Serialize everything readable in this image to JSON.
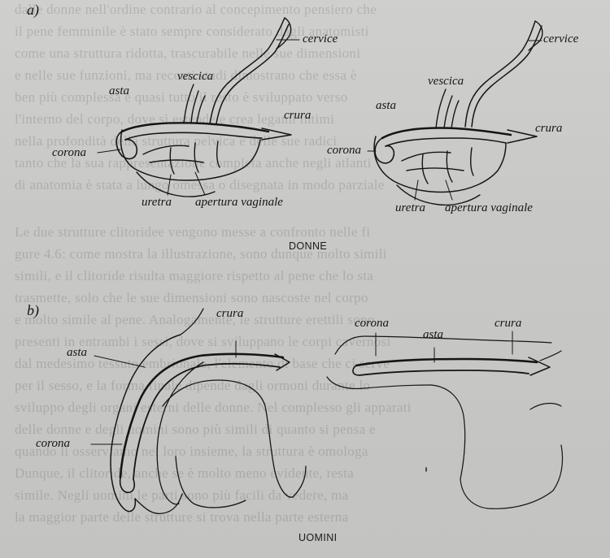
{
  "ghost_text": [
    "dalle donne nell'ordine contrario al concepimento pensiero che",
    "il pene femminile è stato sempre considerato dagli anatomisti",
    "come una struttura ridotta, trascurabile nelle sue dimensioni",
    "e nelle sue funzioni, ma recenti studi dimostrano che essa è",
    "ben più complessa e quasi tutto il resto è sviluppato verso",
    "l'interno del corpo, dove si estende e crea legami intimi",
    "nella profondità della struttura pelvica e delle sue radici",
    "tanto che la sua rappresentazione completa anche negli atlanti",
    "di anatomia è stata a lungo omessa o disegnata in modo parziale",
    "Le due strutture clitoridee vengono messe a confronto nelle fi",
    "gure 4.6: come mostra la illustrazione, sono dunque molto simili",
    "simili, e il clitoride risulta maggiore rispetto al pene che lo sta",
    "trasmette, solo che le sue dimensioni sono nascoste nel corpo",
    "e molto simile al pene. Analogamente, le strutture erettili sono",
    "presenti in entrambi i sessi, dove si sviluppano le corpi cavernosi",
    "dal medesimo tessuto embrionale, l'elemento di base che ci serve",
    "per il sesso, e la forma finale dipende dagli ormoni durante lo",
    "sviluppo degli organi esterni delle donne. Nel complesso gli apparati",
    "delle donne e degli uomini sono più simili di quanto si pensa e",
    "quando li osserviamo nel loro insieme, la struttura è omologa",
    "Dunque, il clitoride, anche se è molto meno evidente, resta",
    "simile. Negli uomini le parti sono più facili da vedere, ma",
    "la maggior parte delle strutture si trova nella parte esterna"
  ],
  "panels": {
    "a": "a)",
    "b": "b)"
  },
  "labels_women_left": {
    "cervice": "cervice",
    "vescica": "vescica",
    "asta": "asta",
    "crura": "crura",
    "corona": "corona",
    "uretra": "uretra",
    "apertura_vaginale": "apertura vaginale"
  },
  "labels_women_right": {
    "cervice": "cervice",
    "vescica": "vescica",
    "asta": "asta",
    "crura": "crura",
    "corona": "corona",
    "uretra": "uretra",
    "apertura_vaginale": "apertura vaginale"
  },
  "caption_women": "DONNE",
  "labels_men_left": {
    "crura": "crura",
    "asta": "asta",
    "corona": "corona"
  },
  "labels_men_right": {
    "corona": "corona",
    "asta": "asta",
    "crura": "crura"
  },
  "caption_men": "UOMINI",
  "colors": {
    "ink": "#151515",
    "paper": "#c9c9c7",
    "ghost": "#282828"
  }
}
